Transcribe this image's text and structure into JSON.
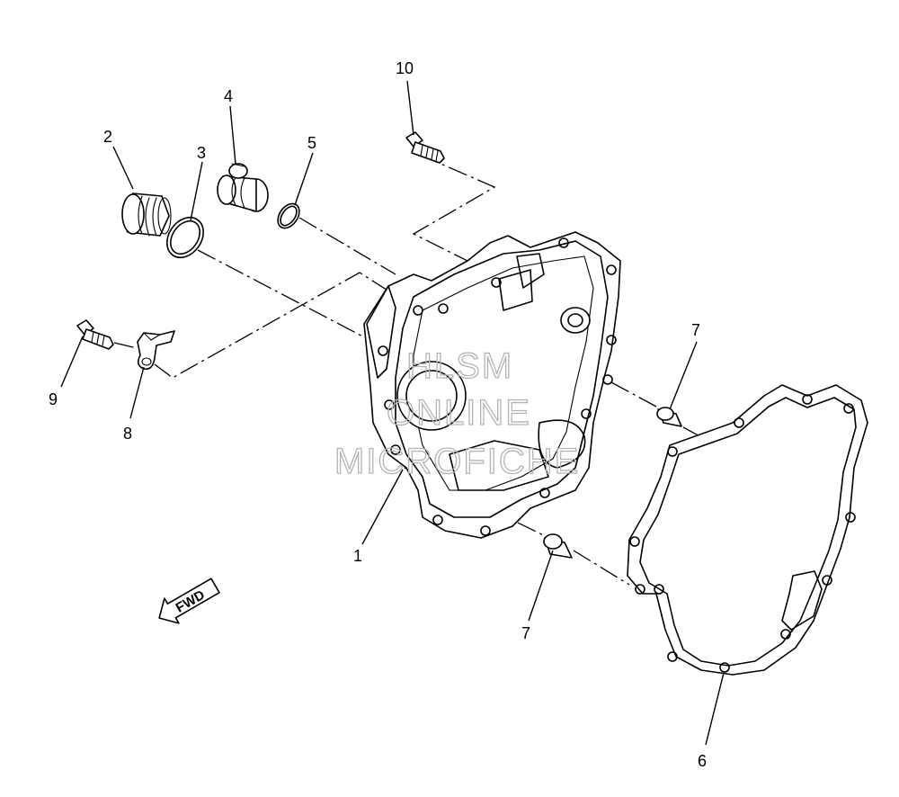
{
  "callouts": {
    "c1": "1",
    "c2": "2",
    "c3": "3",
    "c4": "4",
    "c5": "5",
    "c6": "6",
    "c7a": "7",
    "c7b": "7",
    "c8": "8",
    "c9": "9",
    "c10": "10"
  },
  "fwd_label": "FWD",
  "watermark": {
    "line1": "HLSM",
    "line2": "ONLINE",
    "line3": "MICROFICHE"
  },
  "colors": {
    "line": "#000000",
    "watermark": "#b4b4b4",
    "background": "#ffffff"
  }
}
